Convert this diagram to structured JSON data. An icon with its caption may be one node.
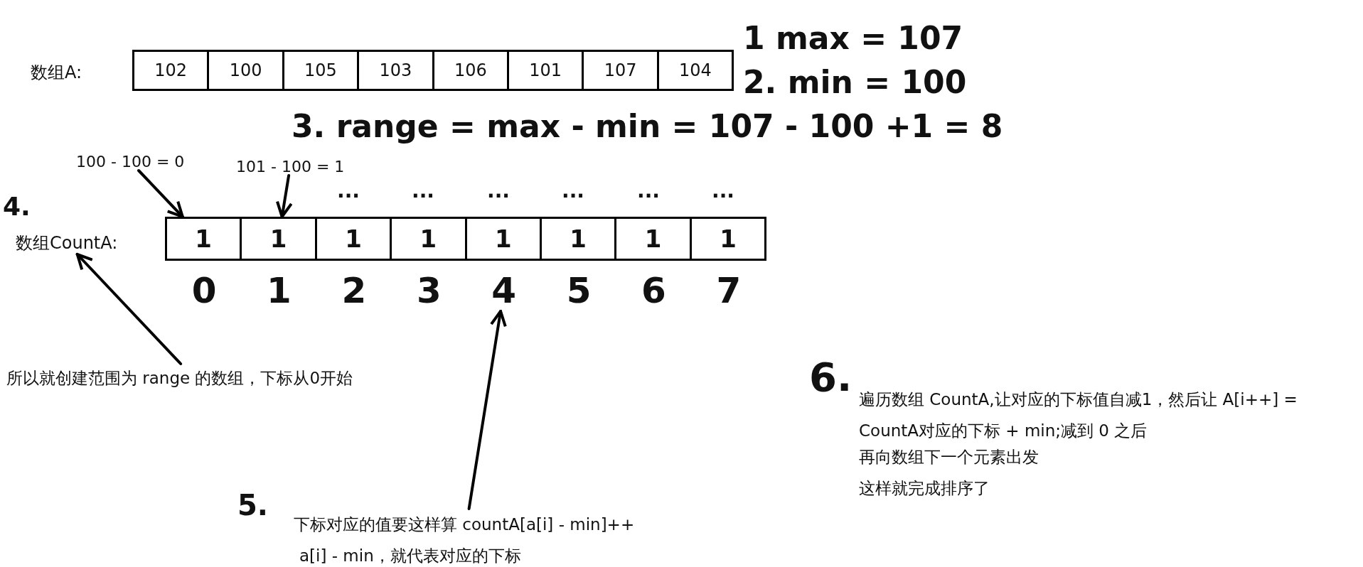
{
  "diagram": {
    "nodes": [
      {
        "text": [
          "102"
        ]
      },
      {
        "text": [
          "100"
        ]
      },
      {
        "text": [
          "105"
        ]
      },
      {
        "text": [
          "103"
        ]
      },
      {
        "text": [
          "106"
        ]
      },
      {
        "text": [
          "101"
        ]
      },
      {
        "text": [
          "107"
        ]
      },
      {
        "text": [
          "104"
        ]
      },
      {
        "text": [
          "100 - 100 = 0"
        ]
      },
      {
        "text": [
          "101 - 100 = 1"
        ]
      },
      {
        "text": [
          "数组CountA:"
        ]
      },
      {
        "text": [
          "1"
        ]
      },
      {
        "text": [
          "1"
        ]
      },
      {
        "text": [
          "1"
        ]
      },
      {
        "text": [
          "1"
        ]
      },
      {
        "text": [
          "1"
        ]
      },
      {
        "text": [
          "1"
        ]
      },
      {
        "text": [
          "1"
        ]
      },
      {
        "text": [
          "1"
        ]
      },
      {
        "text": [
          "所以就创建范围为 range 的数组，下标从0开始"
        ]
      },
      {
        "text": [
          "下标对应的值要这样算 countA[a[i] - min]++",
          "a[i] - min，就代表对应的下标"
        ]
      },
      {
        "text": [
          "4"
        ]
      }
    ],
    "edges": [
      {
        "from": 8,
        "to": 11,
        "arrow": "to"
      },
      {
        "from": 9,
        "to": 12,
        "arrow": "to"
      },
      {
        "from": 19,
        "to": 10,
        "arrow": "to"
      },
      {
        "from": 20,
        "to": 21,
        "arrow": "to"
      }
    ],
    "labels": [
      "数组A:",
      "1 max = 107",
      "2. min = 100",
      "3. range = max - min = 107 - 100 +1 = 8",
      "4.",
      "...",
      "...",
      "...",
      "...",
      "...",
      "...",
      "0",
      "1",
      "2",
      "3",
      "5",
      "6",
      "7",
      "5.",
      "6.",
      "遍历数组 CountA,让对应的下标值自减1，然后让 A[i++] = CountA对应的下标 + min;减到 0 之后",
      "再向数组下一个元素出发",
      "这样就完成排序了"
    ]
  }
}
